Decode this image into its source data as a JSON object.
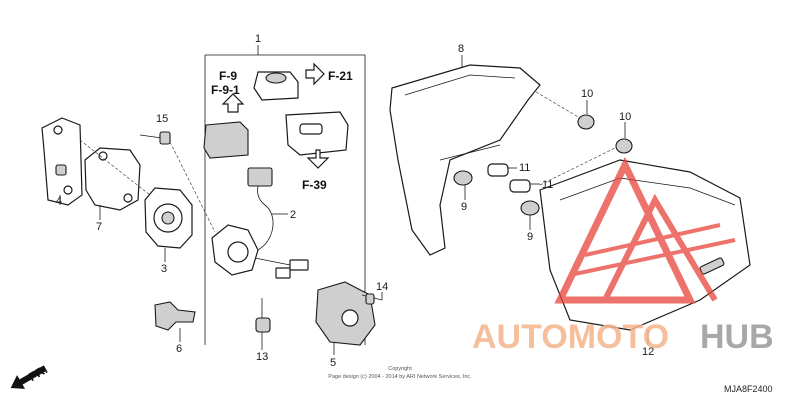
{
  "diagram": {
    "callouts": {
      "c1": "1",
      "c2": "2",
      "c3": "3",
      "c4": "4",
      "c5": "5",
      "c6": "6",
      "c7": "7",
      "c8": "8",
      "c9a": "9",
      "c9b": "9",
      "c10a": "10",
      "c10b": "10",
      "c11a": "11",
      "c11b": "11",
      "c12": "12",
      "c13": "13",
      "c14": "14",
      "c15": "15"
    },
    "refs": {
      "f9": "F-9",
      "f91": "F-9-1",
      "f21": "F-21",
      "f39": "F-39"
    },
    "orientation": "FR.",
    "copyright_line1": "Copyright",
    "copyright_line2": "Page design (c) 2004 - 2014 by ARI Network Services, Inc.",
    "diagram_code": "MJA8F2400"
  },
  "watermark": {
    "part1": "AUTOMOTO",
    "part2": "HUB",
    "color_primary": "#f5b48a",
    "color_secondary": "#9a9a9a",
    "color_logo": "#e8443a"
  }
}
